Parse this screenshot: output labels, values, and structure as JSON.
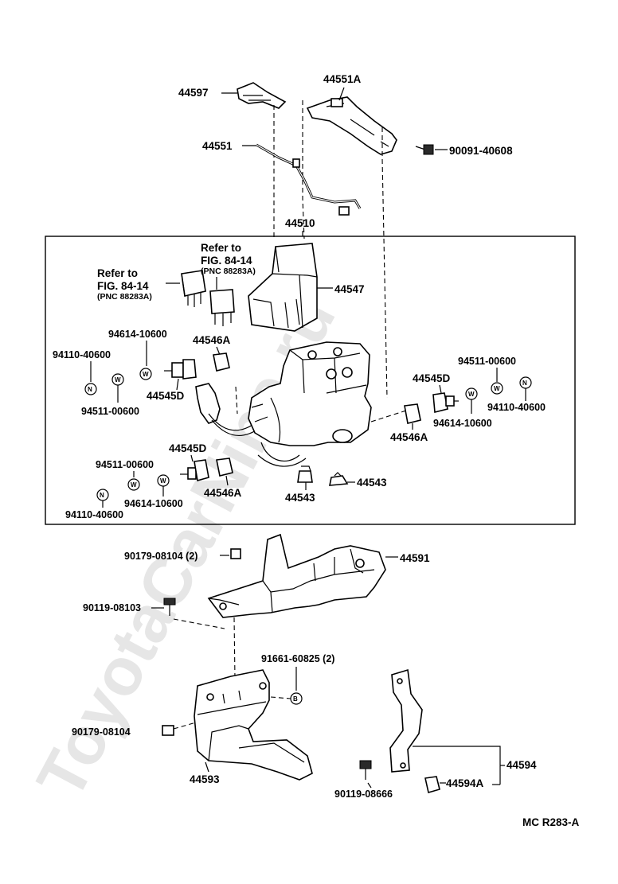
{
  "watermark": "ToyotaCarNine.ru",
  "diagram_code": "MC R283-A",
  "group_label": "44510",
  "refer_note": {
    "line1": "Refer to",
    "line2": "FIG. 84-14",
    "line3": "(PNC 88283A)"
  },
  "parts": {
    "p44597": "44597",
    "p44551A": "44551A",
    "p44551": "44551",
    "p90091": "90091-40608",
    "p44547": "44547",
    "p94614_a": "94614-10600",
    "p94110_a": "94110-40600",
    "p44546A_a": "44546A",
    "p44545D_a": "44545D",
    "p94511_a": "94511-00600",
    "p94511_b": "94511-00600",
    "p44545D_b": "44545D",
    "p94110_b": "94110-40600",
    "p94614_b": "94614-10600",
    "p44546A_b": "44546A",
    "p44545D_c": "44545D",
    "p94511_c": "94511-00600",
    "p94614_c": "94614-10600",
    "p44546A_c": "44546A",
    "p94110_c": "94110-40600",
    "p44543_a": "44543",
    "p44543_b": "44543",
    "p90179_a": "90179-08104 (2)",
    "p44591": "44591",
    "p90119_a": "90119-08103",
    "p91661": "91661-60825 (2)",
    "p90179_b": "90179-08104",
    "p44593": "44593",
    "p44594": "44594",
    "p90119_b": "90119-08666",
    "p44594A": "44594A"
  },
  "washer_letters": {
    "n": "N",
    "w": "W",
    "b": "B"
  }
}
